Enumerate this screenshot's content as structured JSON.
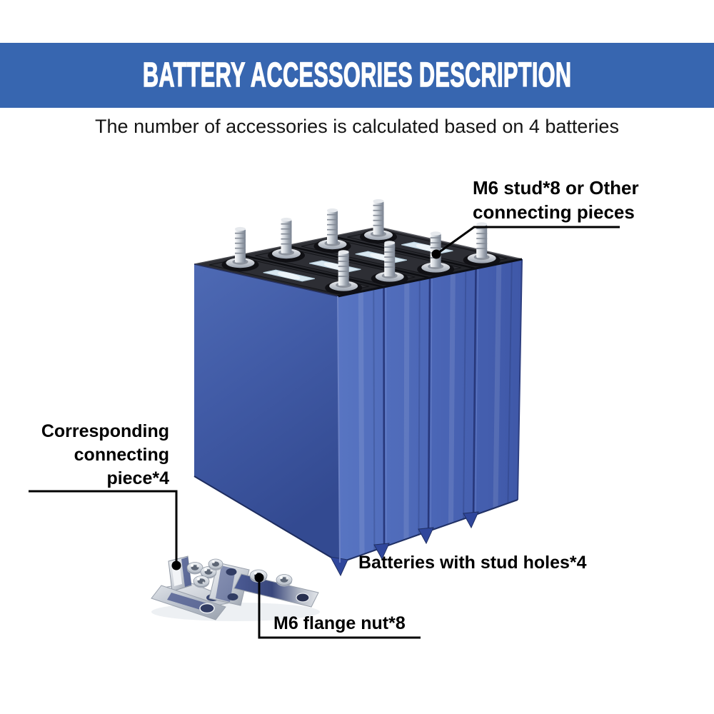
{
  "banner": {
    "title": "BATTERY ACCESSORIES DESCRIPTION"
  },
  "subtitle": "The number of accessories is calculated based on 4 batteries",
  "callouts": {
    "stud": {
      "lines": [
        "M6 stud*8 or Other",
        "connecting pieces"
      ]
    },
    "connecting_piece": {
      "lines": [
        "Corresponding",
        "connecting",
        "piece*4"
      ]
    },
    "batteries": {
      "text": "Batteries with stud holes*4"
    },
    "flange_nut": {
      "text": "M6 flange nut*8"
    }
  },
  "illustration": {
    "battery_cells_shown": 4,
    "stud_terminals_shown": 8,
    "icon_names": [
      "battery-stack-icon",
      "stud-icon",
      "busbar-icon",
      "bracket-icon",
      "flange-nut-icon",
      "label-sticker-icon",
      "callout-line",
      "callout-dot"
    ]
  },
  "colors": {
    "banner_blue": "#3766b0",
    "title_white": "#ffffff",
    "subtitle_black": "#151515",
    "label_black": "#000000",
    "battery_side_blue": "#44619f",
    "battery_panel_blue": "#4a65b5",
    "battery_top_dark": "#232429",
    "metal_silver": "#d5d8dd",
    "callout_line_black": "#000000"
  }
}
